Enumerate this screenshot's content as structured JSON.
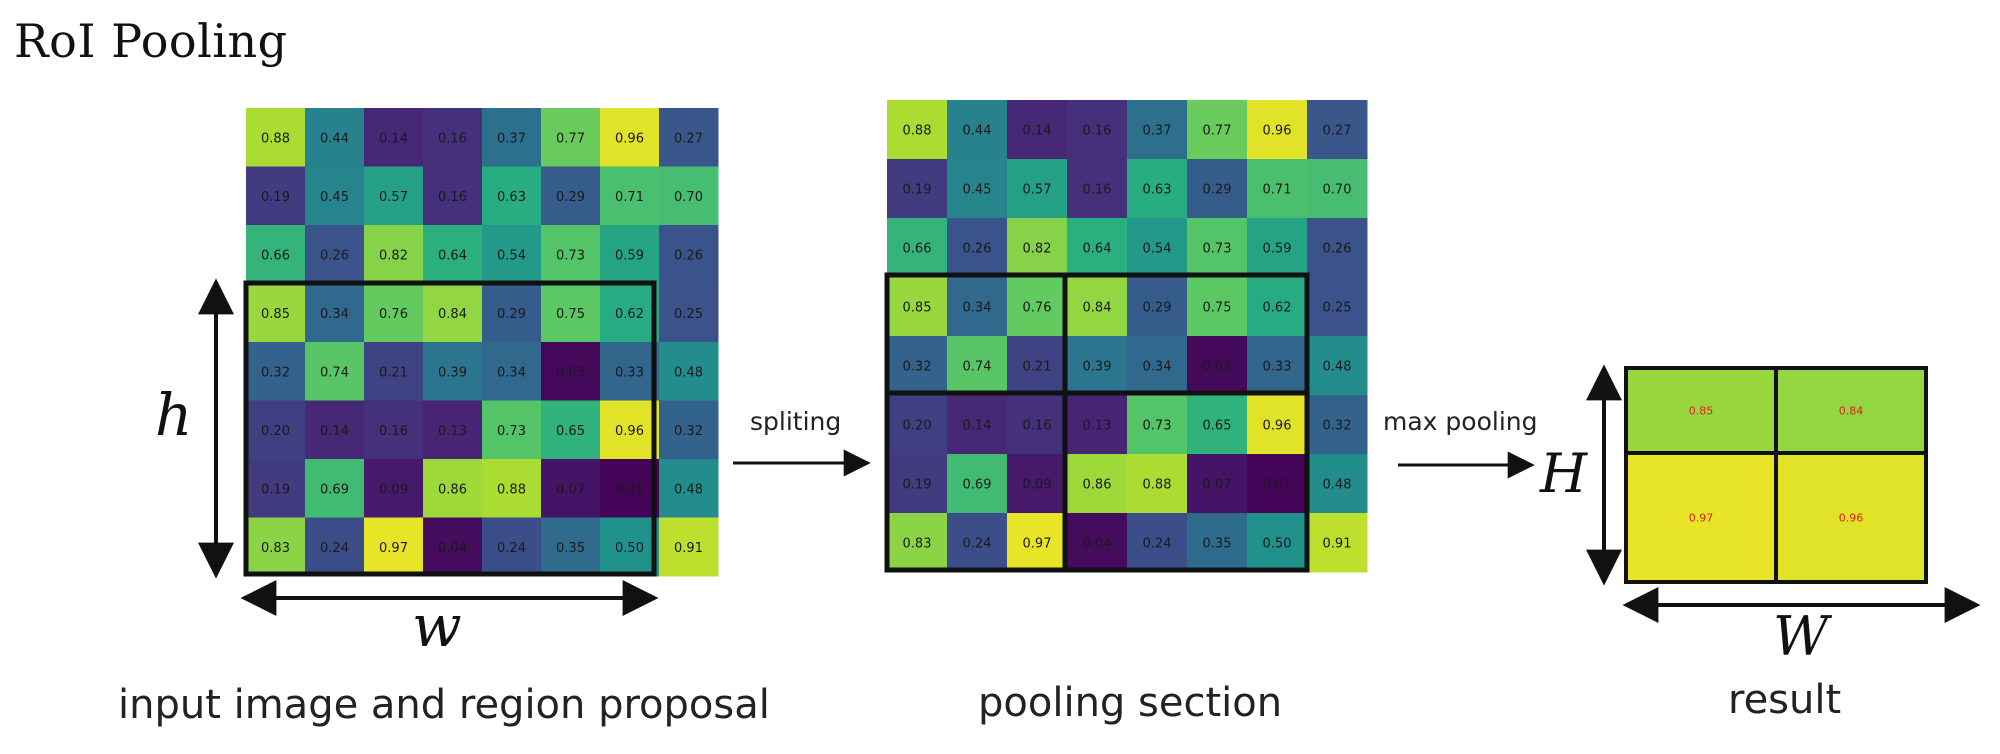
{
  "title": "RoI Pooling",
  "grid": [
    [
      0.88,
      0.44,
      0.14,
      0.16,
      0.37,
      0.77,
      0.96,
      0.27
    ],
    [
      0.19,
      0.45,
      0.57,
      0.16,
      0.63,
      0.29,
      0.71,
      0.7
    ],
    [
      0.66,
      0.26,
      0.82,
      0.64,
      0.54,
      0.73,
      0.59,
      0.26
    ],
    [
      0.85,
      0.34,
      0.76,
      0.84,
      0.29,
      0.75,
      0.62,
      0.25
    ],
    [
      0.32,
      0.74,
      0.21,
      0.39,
      0.34,
      0.03,
      0.33,
      0.48
    ],
    [
      0.2,
      0.14,
      0.16,
      0.13,
      0.73,
      0.65,
      0.96,
      0.32
    ],
    [
      0.19,
      0.69,
      0.09,
      0.86,
      0.88,
      0.07,
      0.01,
      0.48
    ],
    [
      0.83,
      0.24,
      0.97,
      0.04,
      0.24,
      0.35,
      0.5,
      0.91
    ]
  ],
  "result": [
    [
      0.85,
      0.84
    ],
    [
      0.97,
      0.96
    ]
  ],
  "labels": {
    "h": "h",
    "w": "w",
    "H": "H",
    "W": "W",
    "spliting": "spliting",
    "max_pooling": "max pooling"
  },
  "captions": {
    "input": "input image and region proposal",
    "pooling": "pooling section",
    "result": "result"
  },
  "colormap": "viridis"
}
